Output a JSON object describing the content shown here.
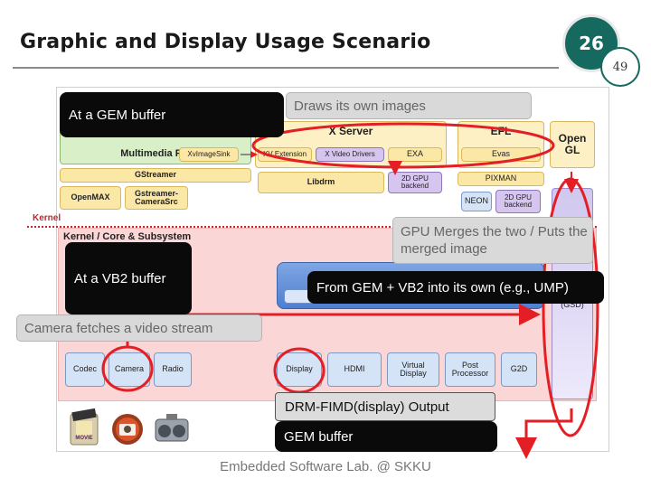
{
  "header": {
    "title": "Graphic and Display Usage Scenario",
    "page_badge": "26",
    "total_badge": "49"
  },
  "footer": {
    "text": "Embedded Software Lab. @ SKKU"
  },
  "diagram": {
    "userspace": {
      "multimedia_fw": "Multimedia FW",
      "x_server": "X Server",
      "efl": "EFL",
      "open_gl": "Open GL",
      "ximage_sink": "XvImageSink",
      "xv_extension": "XV Extension",
      "x_video_drivers": "X Video Drivers",
      "exa": "EXA",
      "evas": "Evas",
      "gstreamer": "GStreamer",
      "libdrm": "Libdrm",
      "gpu_backend": "2D GPU backend",
      "pixman": "PIXMAN",
      "neon": "NEON",
      "gpu_backend_2": "2D GPU backend",
      "openmax": "OpenMAX",
      "gst_camera_src": "Gstreamer-CameraSrc"
    },
    "kernel": {
      "label": "Kernel",
      "core_subsystem": "Kernel / Core & Subsystem",
      "gsd": "(GSD)",
      "drivers": [
        "Codec",
        "Camera",
        "Radio",
        "Display",
        "HDMI",
        "Virtual Display",
        "Post Processor",
        "G2D"
      ],
      "fimd_output": "DRM-FIMD(display) Output",
      "gem_buffer_bottom": "GEM buffer"
    },
    "callouts": {
      "gem_buffer": "At a GEM buffer",
      "vb2_buffer": "At a VB2 buffer",
      "from_gem_vb2": "From GEM + VB2 into its own (e.g., UMP)",
      "draws_own": "Draws its own images",
      "gpu_merges": "GPU Merges the two / Puts the merged image",
      "camera_fetch": "Camera fetches a video stream"
    },
    "icons": {
      "movie_label": "MOVIE"
    },
    "colors": {
      "accent_red": "#e31e24",
      "badge_teal": "#16695e",
      "kernel_pink": "#fbd6d6"
    }
  }
}
